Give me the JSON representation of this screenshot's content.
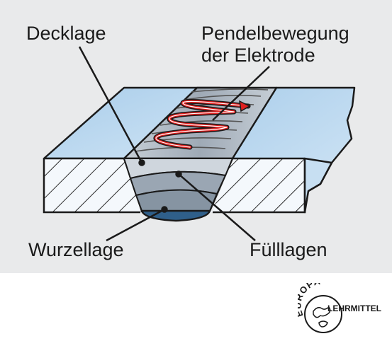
{
  "labels": {
    "decklage": "Decklage",
    "pendel_line1": "Pendelbewegung",
    "pendel_line2": "der Elektrode",
    "wurzellage": "Wurzellage",
    "fuelllagen": "Fülllagen"
  },
  "logo": {
    "arc_text": "EUROPA",
    "name_text": "LEHRMITTEL"
  },
  "colors": {
    "panel_background": "#e9eaeb",
    "plate_top": "#b9d7ef",
    "plate_front": "#f2f7fc",
    "hatch": "#2a2a2a",
    "weld_bead": "#b2bcc6",
    "root_pass": "#2f5f8a",
    "motion_arrow": "#e02020",
    "outline": "#1a1a1a"
  }
}
